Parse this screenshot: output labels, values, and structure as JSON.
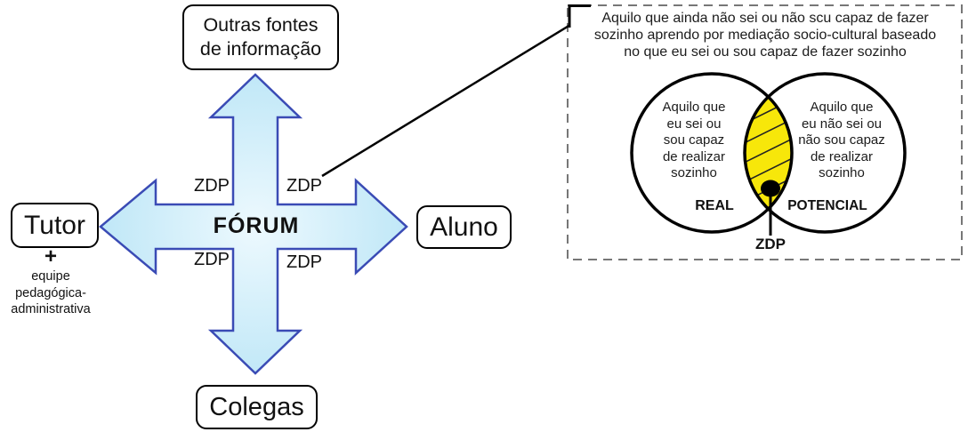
{
  "diagram": {
    "center_label": "FÓRUM",
    "zdp_labels": [
      "ZDP",
      "ZDP",
      "ZDP",
      "ZDP"
    ],
    "nodes": {
      "top": {
        "lines": [
          "Outras fontes",
          "de informação"
        ]
      },
      "left": {
        "label": "Tutor",
        "plus": "+",
        "team_lines": [
          "equipe",
          "pedagógica-",
          "administrativa"
        ]
      },
      "right": {
        "label": "Aluno"
      },
      "bottom": {
        "label": "Colegas"
      }
    }
  },
  "panel": {
    "intro_lines": [
      "Aquilo que ainda não sei ou não scu capaz de fazer",
      "sozinho aprendo por mediação socio-cultural baseado",
      "no que eu sei ou sou capaz de fazer sozinho"
    ],
    "venn": {
      "left_circle_lines": [
        "Aquilo que",
        "eu sei ou",
        "sou capaz",
        "de realizar",
        "sozinho"
      ],
      "right_circle_lines": [
        "Aquilo que",
        "eu não sei ou",
        "não sou capaz",
        "de realizar",
        "sozinho"
      ],
      "left_label": "REAL",
      "right_label": "POTENCIAL",
      "intersection_label": "ZDP"
    }
  },
  "colors": {
    "arrow_fill_center": "#edf9fe",
    "arrow_fill_edge": "#bfe7f7",
    "arrow_border": "#3a4bb5",
    "intersection_yellow": "#f7e70a",
    "dashed_border": "#777777"
  }
}
